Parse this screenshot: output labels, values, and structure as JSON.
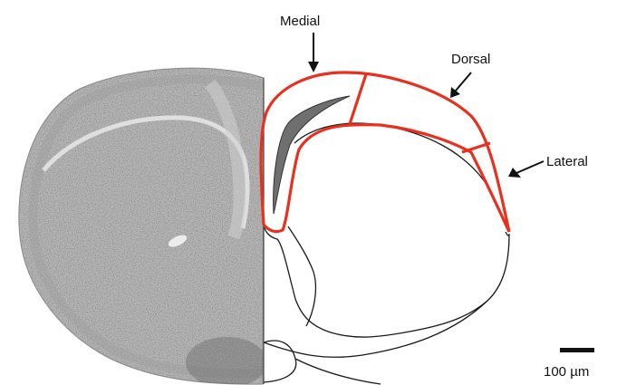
{
  "figure": {
    "background": "#ffffff",
    "section_colors": {
      "tissue_fill": "#b9b9b9",
      "region_outline": "#e8301e",
      "ventricle_fill": "#6f6f6f",
      "line_art": "#1a1a1a"
    },
    "labels": {
      "medial": "Medial",
      "dorsal": "Dorsal",
      "lateral": "Lateral"
    },
    "scale_bar": {
      "label": "100 µm"
    }
  }
}
